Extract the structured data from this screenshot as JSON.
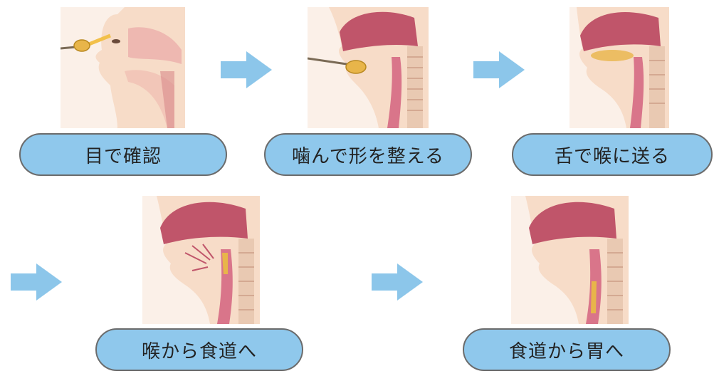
{
  "steps": [
    {
      "label": "目で確認",
      "image": "eye-sees-food"
    },
    {
      "label": "噛んで形を整える",
      "image": "chewing-in-mouth"
    },
    {
      "label": "舌で喉に送る",
      "image": "tongue-pushes-to-throat"
    },
    {
      "label": "喉から食道へ",
      "image": "throat-to-esophagus"
    },
    {
      "label": "食道から胃へ",
      "image": "esophagus-to-stomach"
    }
  ],
  "colors": {
    "label_fill": "#8fc8ec",
    "label_border": "#6b6b6b",
    "arrow": "#8cc6ea",
    "skin": "#f7dcc8",
    "cavity": "#c0556a",
    "food": "#e8b54a"
  }
}
